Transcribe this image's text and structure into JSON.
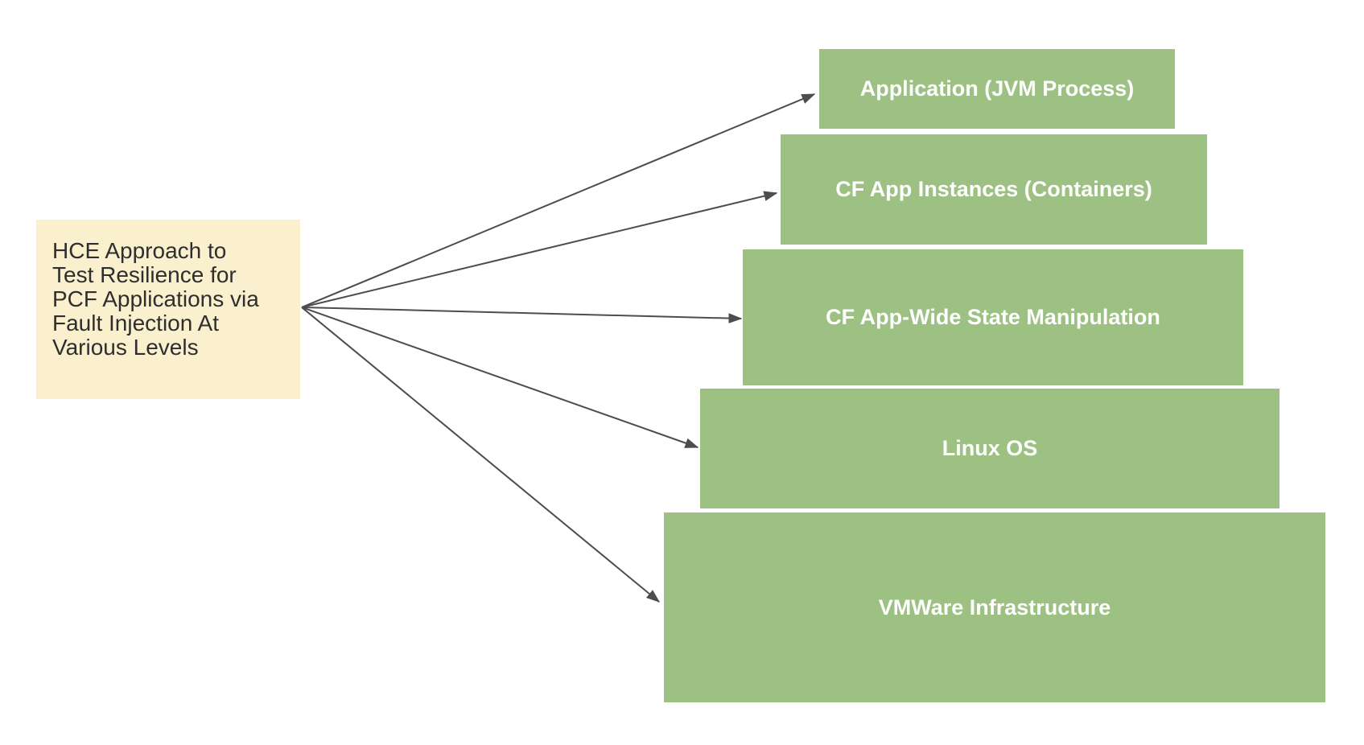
{
  "diagram": {
    "source_box": {
      "text": "HCE Approach to\nTest Resilience for\nPCF Applications via\nFault Injection At\nVarious Levels"
    },
    "levels": [
      {
        "label": "Application (JVM Process)"
      },
      {
        "label": "CF App Instances (Containers)"
      },
      {
        "label": "CF App-Wide State Manipulation"
      },
      {
        "label": "Linux OS"
      },
      {
        "label": "VMWare Infrastructure"
      }
    ]
  },
  "colors": {
    "canvas_bg": "#FFFFFF",
    "note_fill": "#FAF0CD",
    "note_text": "#2E2E2E",
    "level_fill": "#9CC183",
    "level_text": "#FFFFFF",
    "arrow": "#4D4D4D"
  }
}
